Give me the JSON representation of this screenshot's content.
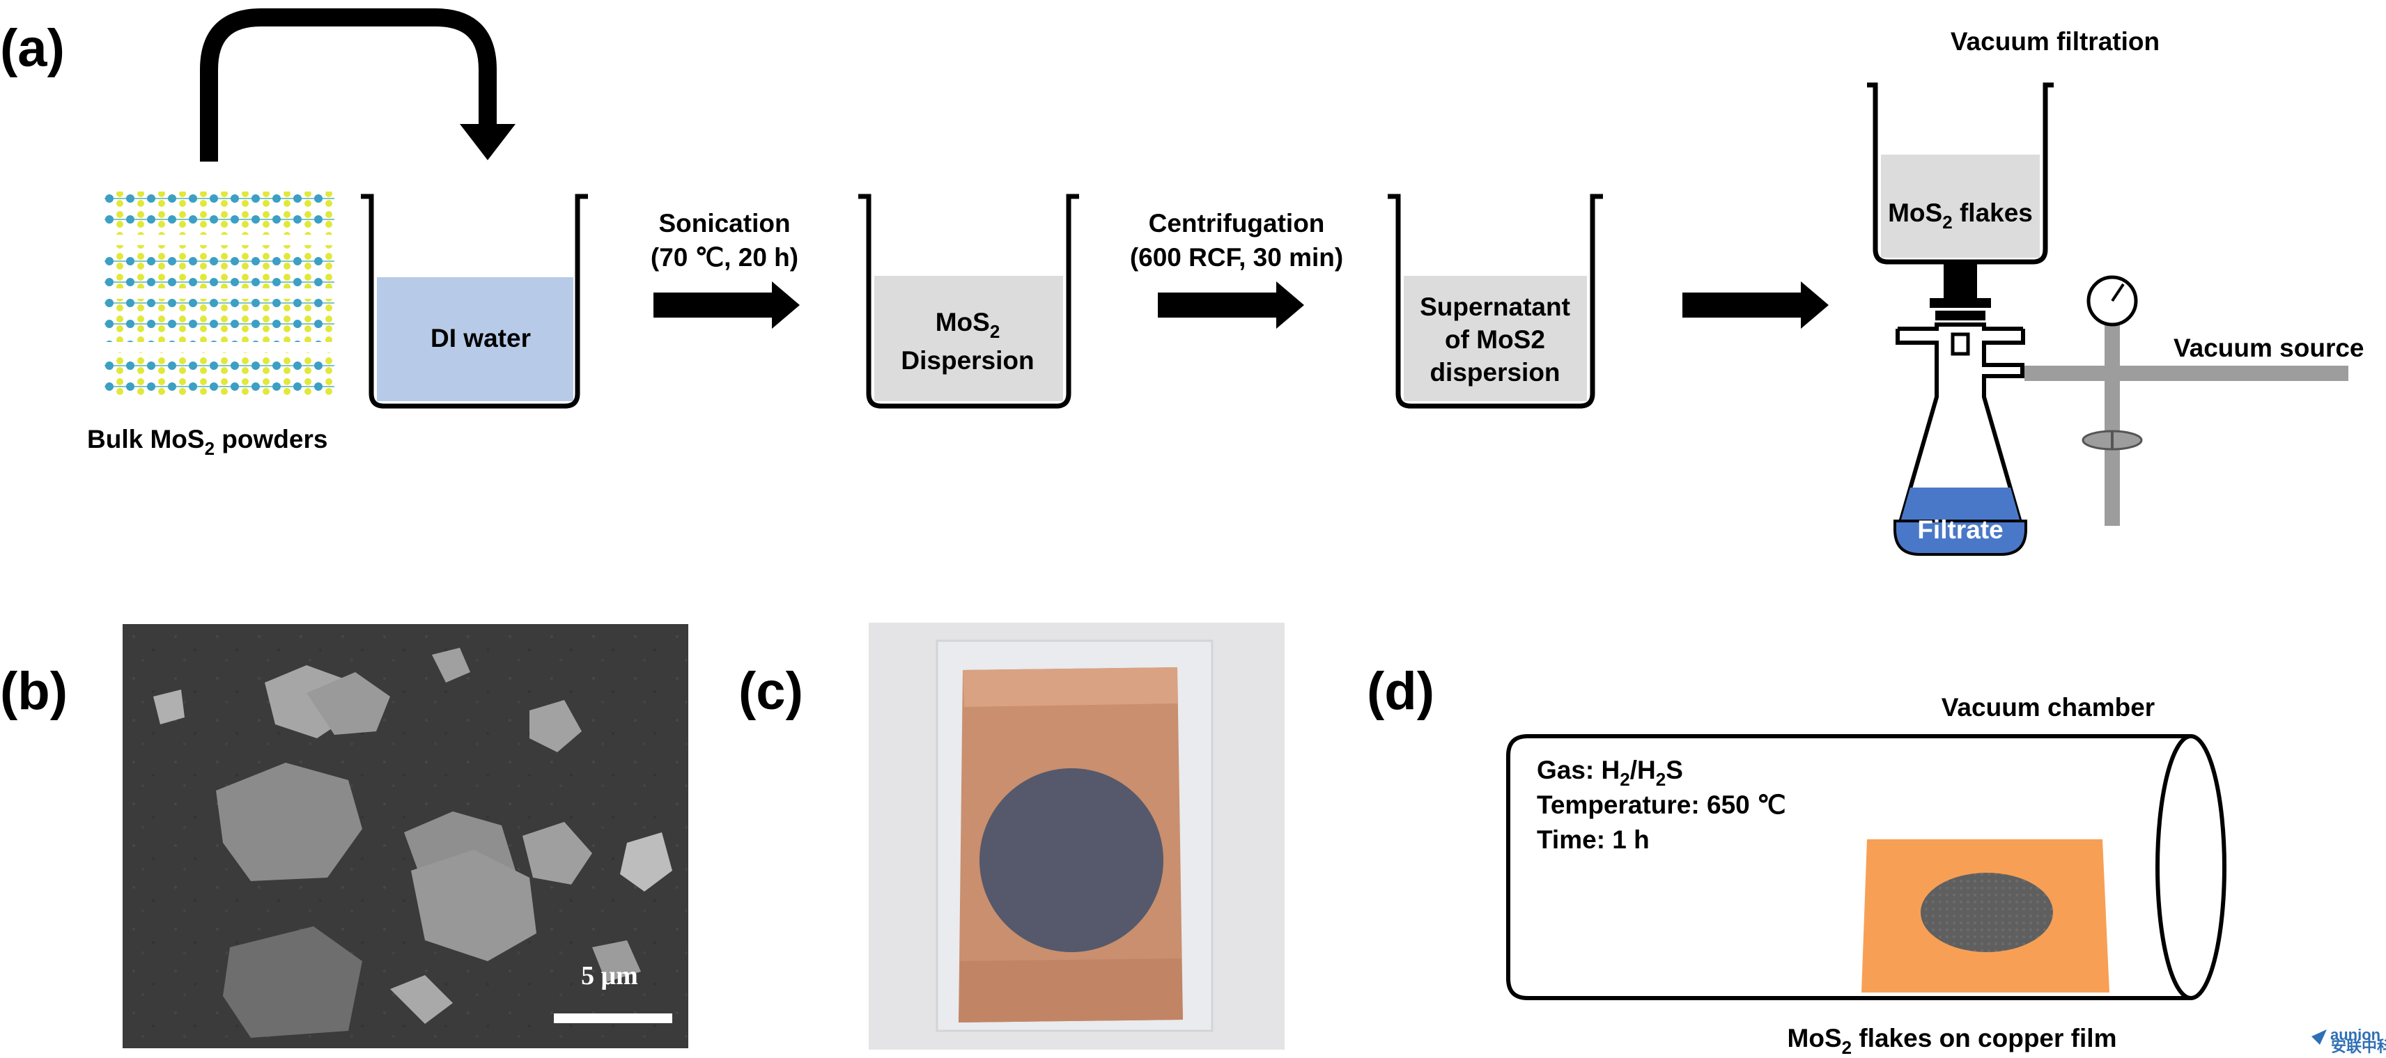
{
  "panels": {
    "a": "(a)",
    "b": "(b)",
    "c": "(c)",
    "d": "(d)"
  },
  "panel_a": {
    "bulk_label": {
      "prefix": "Bulk MoS",
      "sub": "2",
      "suffix": " powders"
    },
    "beaker1": "DI water",
    "step1": {
      "line1": "Sonication",
      "line2": "(70 ℃, 20 h)"
    },
    "beaker2": {
      "line1_prefix": "MoS",
      "line1_sub": "2",
      "line2": "Dispersion"
    },
    "step2": {
      "line1": "Centrifugation",
      "line2": "(600 RCF, 30 min)"
    },
    "beaker3": {
      "line1": "Supernatant",
      "line2": "of MoS2",
      "line3": "dispersion"
    },
    "filtration_title": "Vacuum filtration",
    "funnel_label": {
      "prefix": "MoS",
      "sub": "2",
      "suffix": " flakes"
    },
    "vacuum_source": "Vacuum source",
    "filtrate": "Filtrate"
  },
  "panel_b": {
    "scale_label": "5 μm"
  },
  "panel_d": {
    "chamber_title": "Vacuum chamber",
    "gas": {
      "prefix": "Gas: H",
      "sub1": "2",
      "mid": "/H",
      "sub2": "2",
      "suffix": "S"
    },
    "temperature": "Temperature: 650 ℃",
    "time": "Time: 1 h",
    "caption": {
      "prefix": "MoS",
      "sub": "2",
      "suffix": " flakes on copper film"
    }
  },
  "watermark": {
    "name": "aunion",
    "sub": "安联中科"
  },
  "colors": {
    "water": "#b7cbe8",
    "dispersion": "#dcdcdc",
    "filtrate": "#4a78c8",
    "copper": "#f7a055",
    "film": "#5d5d5d"
  }
}
